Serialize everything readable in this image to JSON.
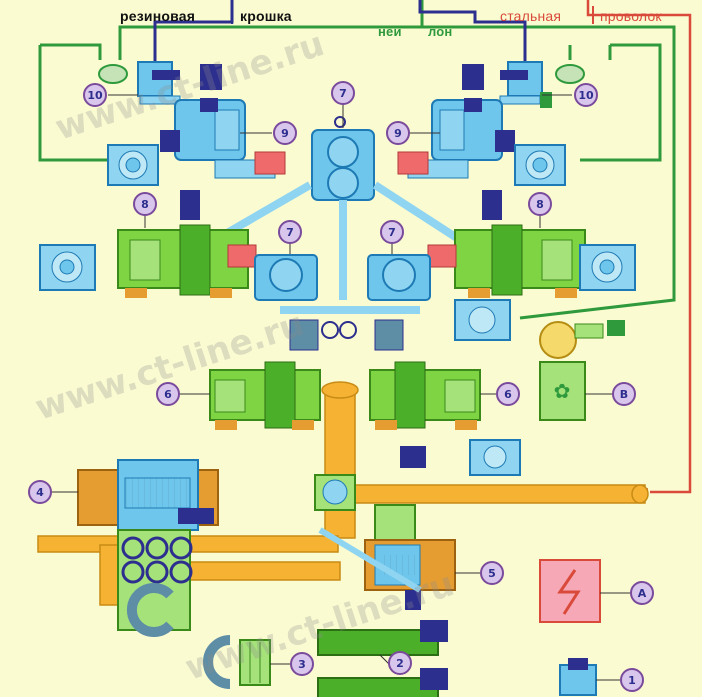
{
  "header": {
    "rubber": "резиновая",
    "crumb": "крошка",
    "steel": "стальная",
    "wire": "проволок",
    "nylon_part1": "ней",
    "nylon_part2": "лон"
  },
  "watermark": "www.ct-line.ru",
  "markers": {
    "m10_left": "10",
    "m10_right": "10",
    "m9_left": "9",
    "m9_right": "9",
    "m7_top": "7",
    "m7_left": "7",
    "m7_right": "7",
    "m8_left": "8",
    "m8_right": "8",
    "m6_left": "6",
    "m6_right": "6",
    "mB": "B",
    "m4": "4",
    "m5": "5",
    "mA": "A",
    "m3": "3",
    "m2": "2",
    "m1": "1"
  },
  "colors": {
    "background": "#fbfbd2",
    "green_line": "#2f9a3c",
    "purple_line": "#2d2f8e",
    "red_line": "#d94a3a",
    "orange_pipe": "#f5b233",
    "marker_fill": "#d9c6ec",
    "marker_stroke": "#7a4a9c"
  }
}
